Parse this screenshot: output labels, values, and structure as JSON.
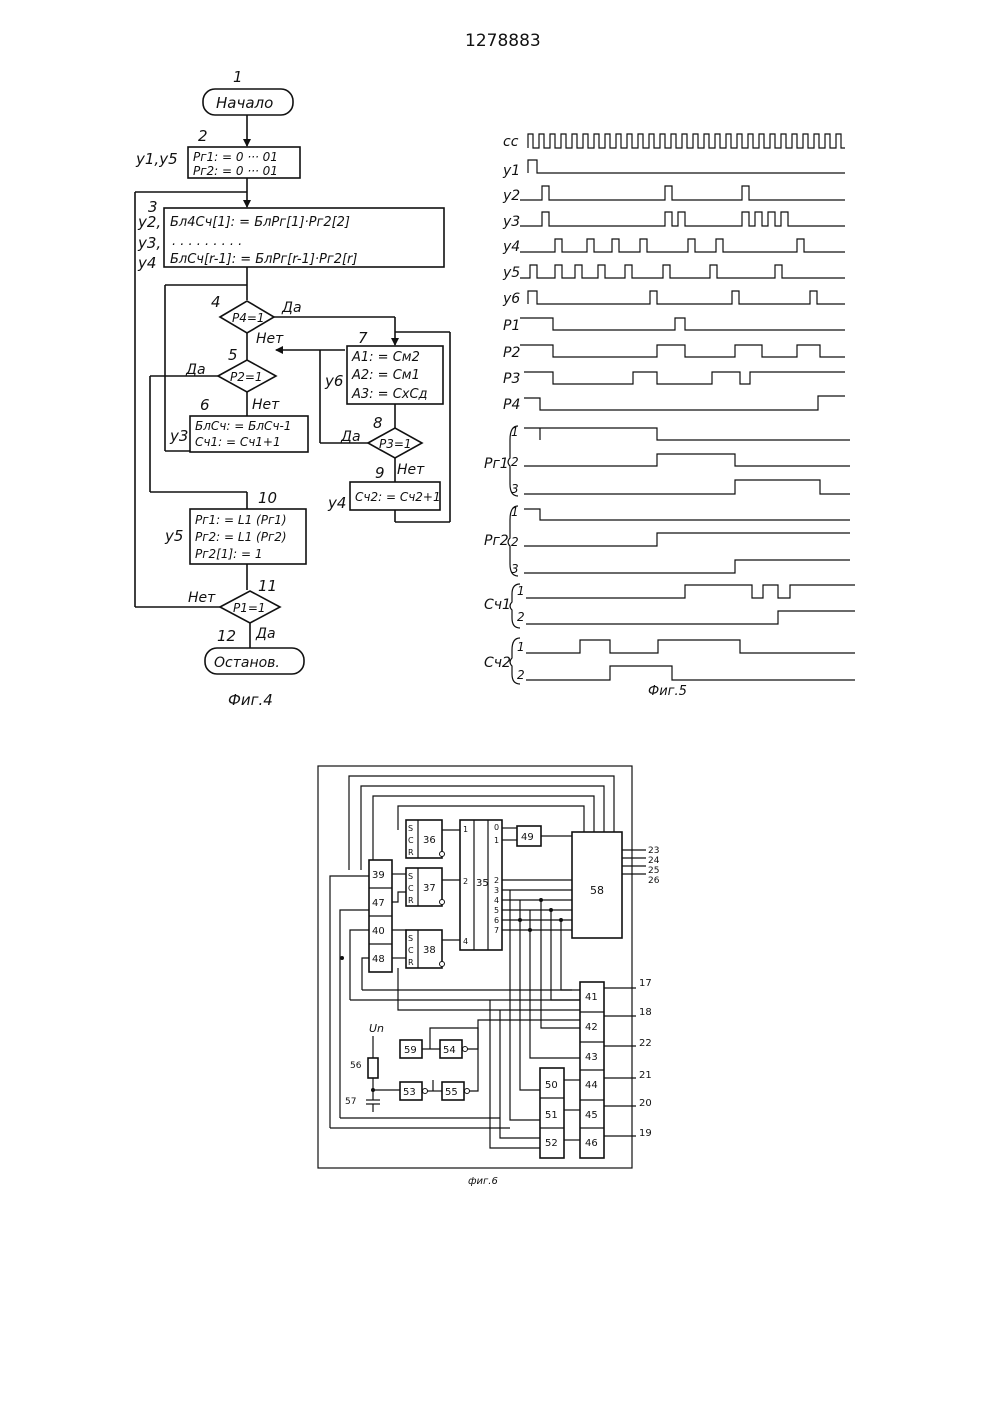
{
  "page_number": "1278883",
  "fig4": {
    "caption": "Фиг.4",
    "blocks": {
      "start": {
        "num": "1",
        "text": "Начало"
      },
      "b2": {
        "num": "2",
        "signals": "y1,y5",
        "lines": [
          "Рг1: = 0 ··· 01",
          "Рг2: = 0 ··· 01"
        ]
      },
      "b3": {
        "num": "3",
        "signals": [
          "y2,",
          "y3,",
          "y4"
        ],
        "lines": [
          "Бл4Сч[1]: = БлРг[1]·Рг2[2]",
          ". . . . . . . . .",
          "БлСч[r-1]: = БлРг[r-1]·Рг2[r]"
        ]
      },
      "d4": {
        "num": "4",
        "text": "P4=1"
      },
      "d5": {
        "num": "5",
        "text": "P2=1"
      },
      "b6": {
        "num": "6",
        "signals": "y3",
        "lines": [
          "БлСч: = БлСч-1",
          "Сч1: = Сч1+1"
        ]
      },
      "b7": {
        "num": "7",
        "signals": "y6",
        "lines": [
          "A1: = См2",
          "A2: = См1",
          "A3: = СхСд"
        ]
      },
      "d8": {
        "num": "8",
        "text": "P3=1"
      },
      "b9": {
        "num": "9",
        "signals": "y4",
        "lines": [
          "Сч2: = Сч2+1"
        ]
      },
      "b10": {
        "num": "10",
        "signals": "y5",
        "lines": [
          "Рг1: = L1 (Рг1)",
          "Рг2: = L1 (Рг2)",
          "Рг2[1]: = 1"
        ]
      },
      "d11": {
        "num": "11",
        "text": "P1=1"
      },
      "stop": {
        "num": "12",
        "text": "Останов."
      }
    },
    "labels": {
      "yes": "Да",
      "no": "Нет"
    }
  },
  "fig5": {
    "caption": "Фиг.5",
    "signals": [
      "cc",
      "y1",
      "y2",
      "y3",
      "y4",
      "y5",
      "y6",
      "P1",
      "P2",
      "P3",
      "P4"
    ],
    "groups": [
      {
        "name": "Рг1",
        "bits": [
          "1",
          "2",
          "3"
        ]
      },
      {
        "name": "Рг2",
        "bits": [
          "1",
          "2",
          "3"
        ]
      },
      {
        "name": "Сч1",
        "bits": [
          "1",
          "2"
        ]
      },
      {
        "name": "Сч2",
        "bits": [
          "1",
          "2"
        ]
      }
    ]
  },
  "fig6": {
    "caption": "фиг.6",
    "elements": [
      "36",
      "37",
      "38",
      "35",
      "49",
      "58",
      "39",
      "47",
      "40",
      "48",
      "41",
      "42",
      "43",
      "44",
      "45",
      "46",
      "50",
      "51",
      "52",
      "53",
      "54",
      "55",
      "56",
      "57",
      "59"
    ],
    "trigger_pins": [
      "S",
      "C",
      "R"
    ],
    "dec_outputs": [
      "0",
      "1",
      "2",
      "3",
      "4",
      "5",
      "6",
      "7"
    ],
    "dec_inputs": [
      "1",
      "2",
      "4"
    ],
    "outputs_right": [
      "23",
      "24",
      "25",
      "26"
    ],
    "outputs_bottom": [
      "17",
      "18",
      "22",
      "21",
      "20",
      "19"
    ],
    "supply": "Un"
  }
}
